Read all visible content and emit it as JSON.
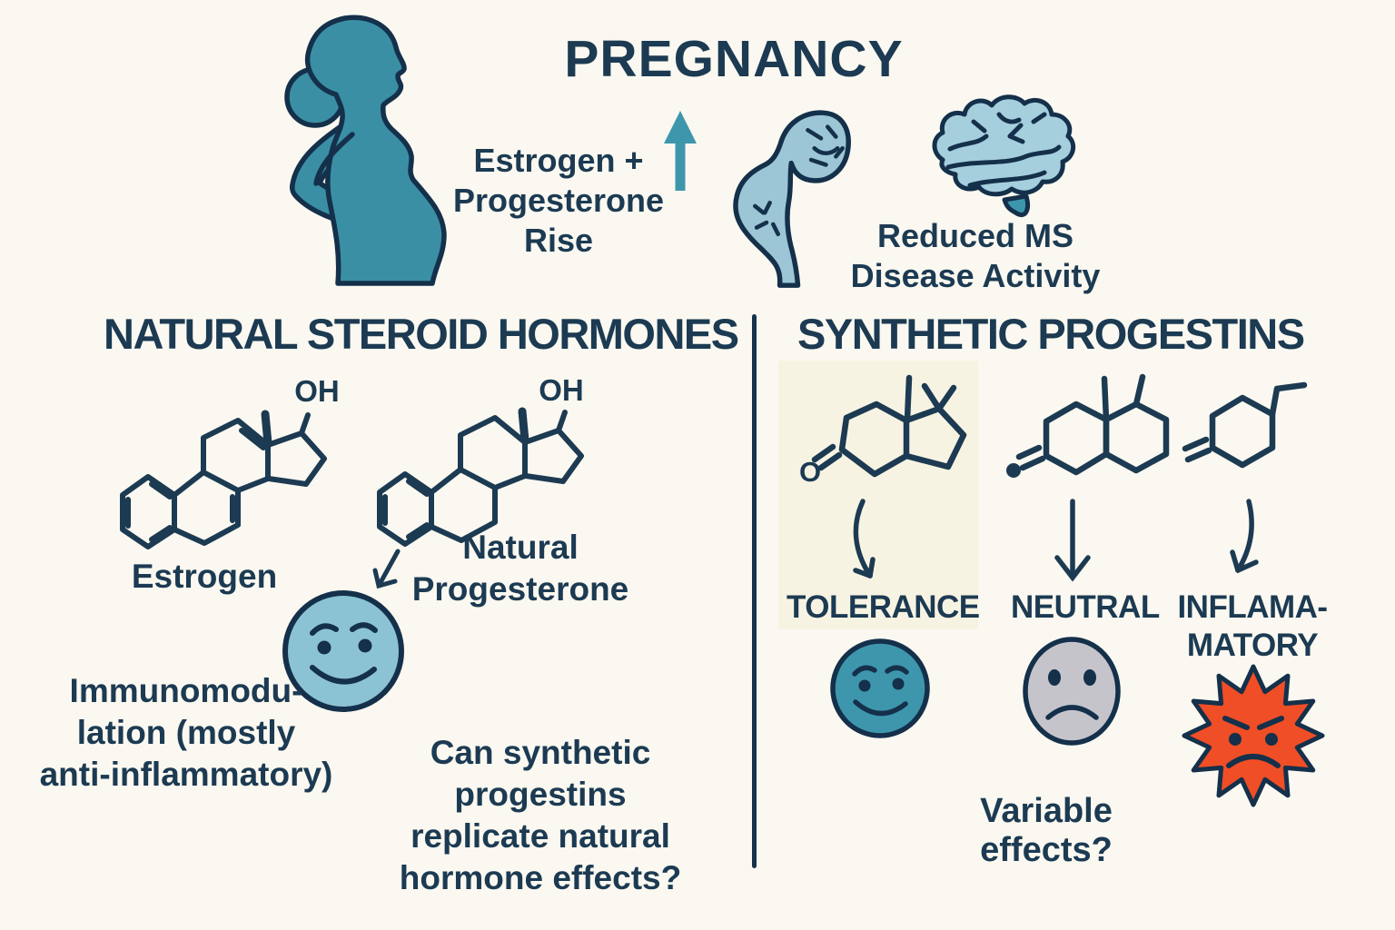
{
  "title": "PREGNANCY",
  "colors": {
    "background": "#FAF8F0",
    "ink": "#1C3A52",
    "teal": "#3B8FA5",
    "light_blue": "#9CC6D5",
    "face_teal": "#3E96AD",
    "neutral_gray": "#C6C4CB",
    "inflammatory_red": "#F04E26"
  },
  "top": {
    "hormone_rise_line1": "Estrogen +",
    "hormone_rise_line2": "Progesterone",
    "hormone_rise_line3": "Rise",
    "reduced_ms_line1": "Reduced MS",
    "reduced_ms_line2": "Disease Activity"
  },
  "left_panel": {
    "header": "NATURAL STEROID HORMONES",
    "estrogen_oh": "OH",
    "estrogen_label": "Estrogen",
    "progesterone_oh": "OH",
    "progesterone_label_line1": "Natural",
    "progesterone_label_line2": "Progesterone",
    "immunomodulation_line1": "Immunomodu-",
    "immunomodulation_line2": "lation (mostly",
    "immunomodulation_line3": "anti-inflammatory)",
    "question_line1": "Can synthetic progestins",
    "question_line2": "replicate natural",
    "question_line3": "hormone effects?"
  },
  "right_panel": {
    "header": "SYNTHETIC PROGESTINS",
    "ketone_o": "O",
    "outcome1_label": "TOLERANCE",
    "outcome2_label": "NEUTRAL",
    "outcome3_label_line1": "INFLAMA-",
    "outcome3_label_line2": "MATORY",
    "question": "Variable effects?"
  }
}
